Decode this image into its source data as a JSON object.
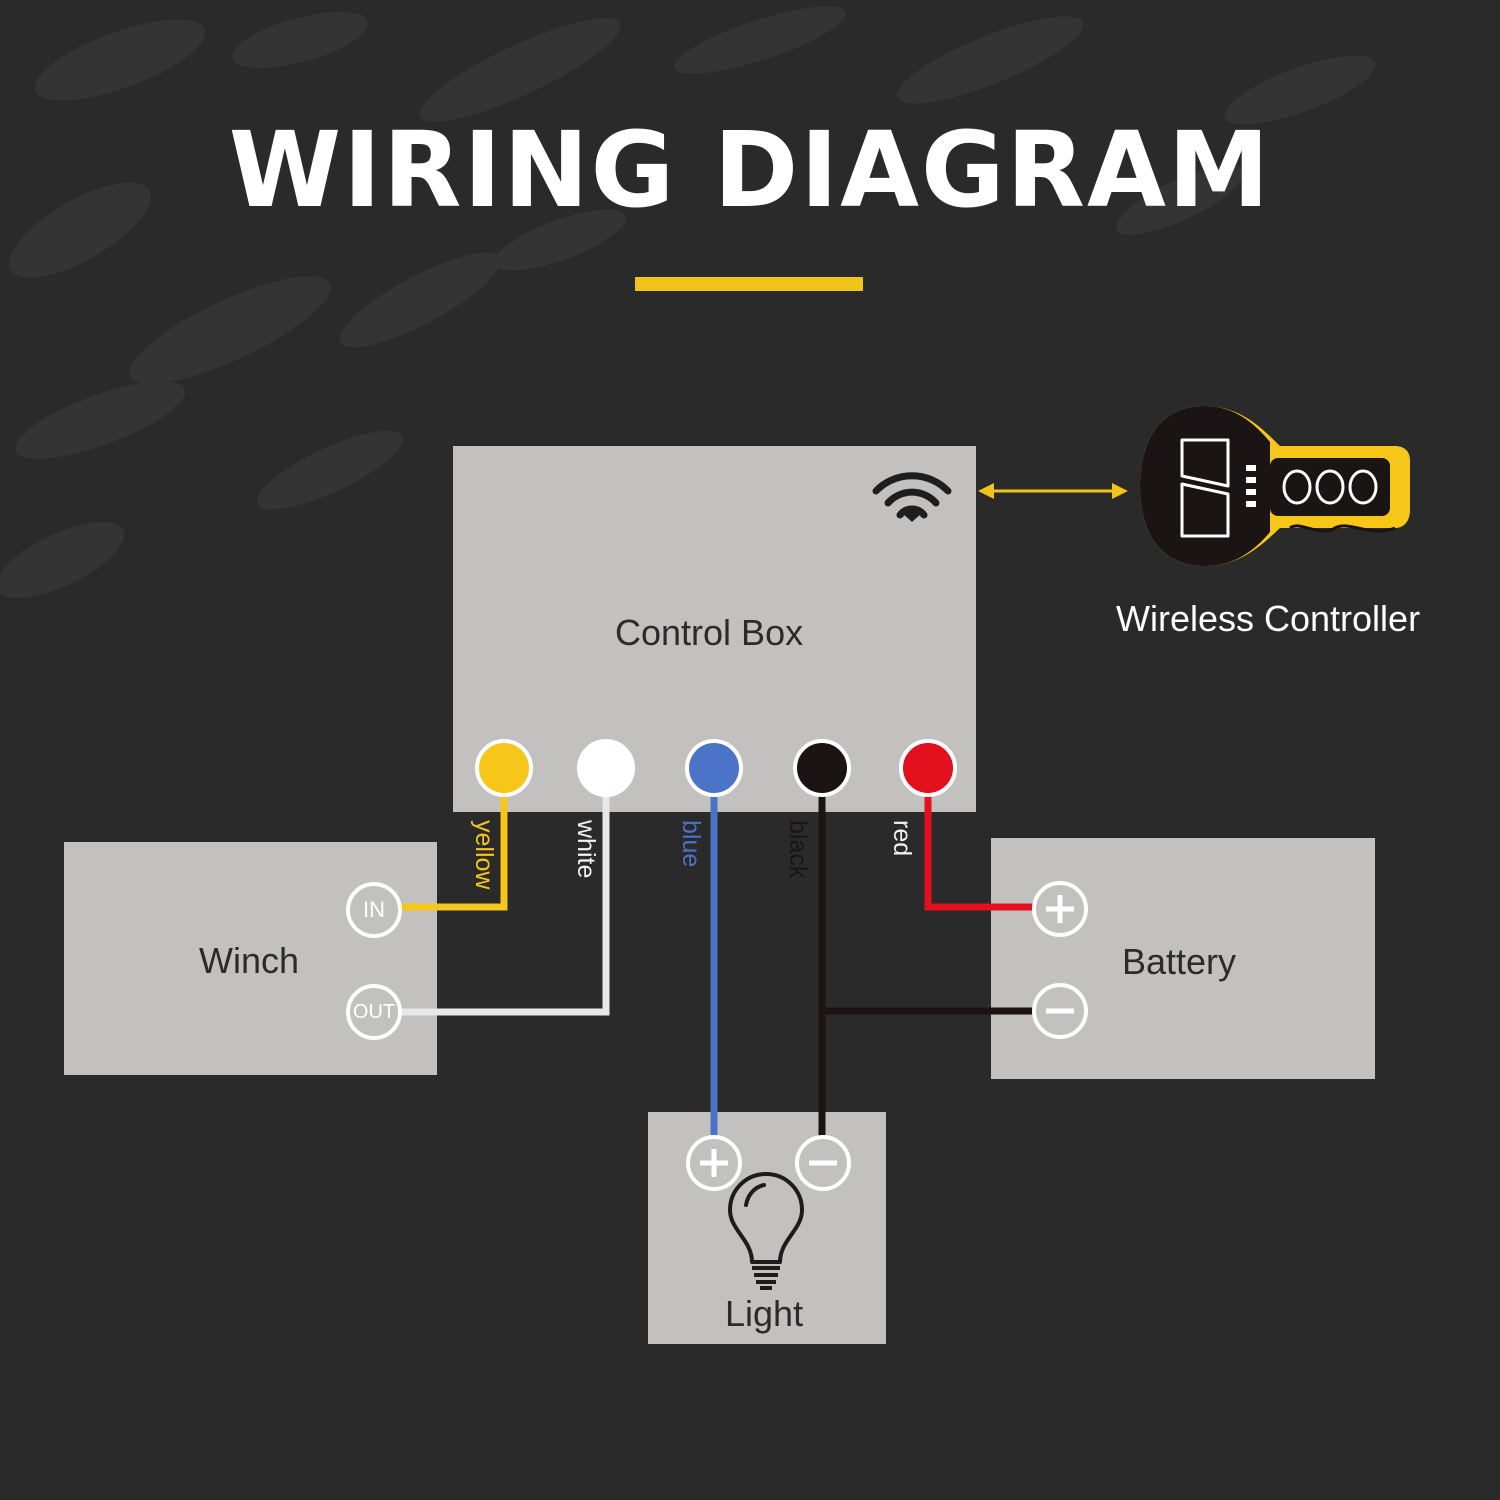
{
  "title": "WIRING DIAGRAM",
  "colors": {
    "background": "#2a2a2a",
    "box": "#c2c1c0",
    "accent": "#f0c419",
    "yellow": "#f6c718",
    "white": "#f2f2f2",
    "blue": "#4b73c7",
    "black": "#1c1414",
    "red": "#e3101e"
  },
  "components": {
    "control_box": "Control Box",
    "winch": "Winch",
    "battery": "Battery",
    "light": "Light",
    "wireless_controller": "Wireless Controller"
  },
  "winch_terminals": {
    "in": "IN",
    "out": "OUT"
  },
  "wires": [
    {
      "label": "yellow",
      "color": "#f6c718"
    },
    {
      "label": "white",
      "color": "#f2f2f2"
    },
    {
      "label": "blue",
      "color": "#4b73c7"
    },
    {
      "label": "black",
      "color": "#1c1414"
    },
    {
      "label": "red",
      "color": "#e3101e"
    }
  ],
  "icons": [
    "wifi-icon",
    "double-arrow-icon",
    "remote-controller-icon",
    "light-bulb-icon",
    "plus-terminal-icon",
    "minus-terminal-icon"
  ]
}
